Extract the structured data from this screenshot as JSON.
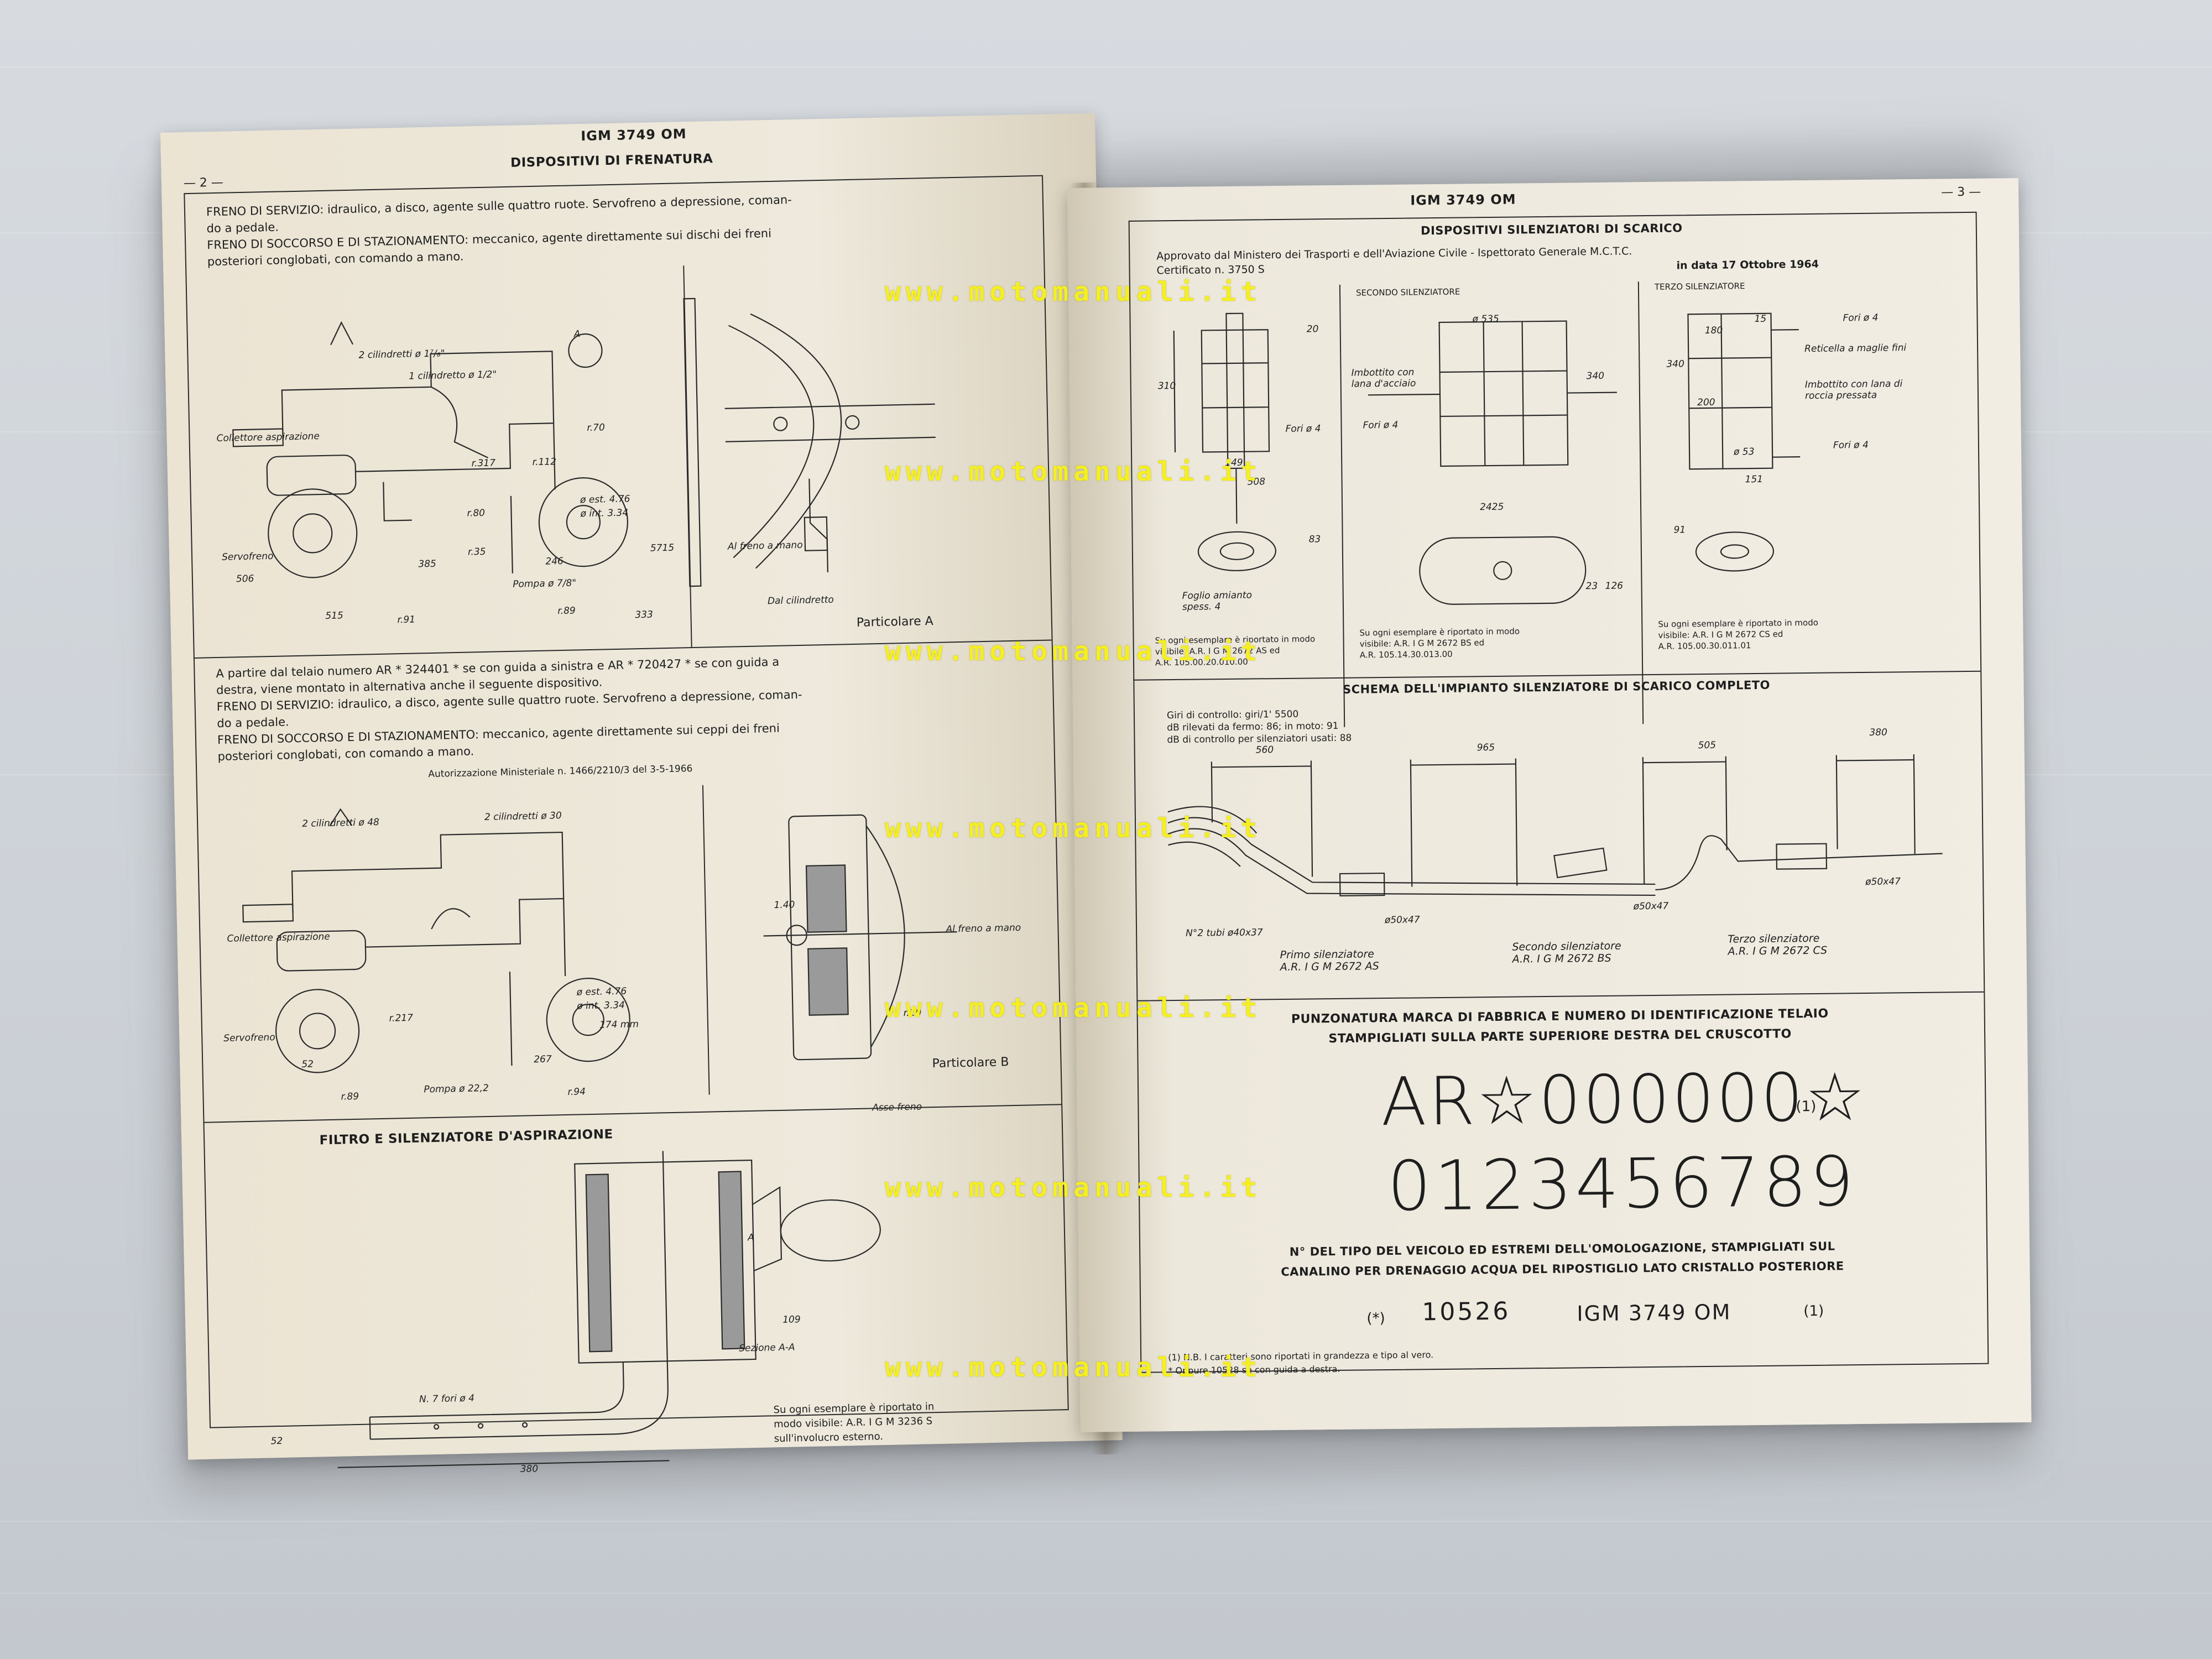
{
  "left_page": {
    "header": "IGM 3749 OM",
    "page_number": "— 2 —",
    "section1_title": "DISPOSITIVI DI FRENATURA",
    "section1_text": [
      "FRENO DI SERVIZIO: idraulico, a disco, agente sulle quattro ruote. Servofreno a depressione, coman-",
      "do a pedale.",
      "FRENO DI SOCCORSO E DI STAZIONAMENTO: meccanico, agente direttamente sui dischi dei freni",
      "posteriori conglobati, con comando a mano."
    ],
    "drawing1_labels": {
      "a": "A",
      "cyl2": "2 cilindretti ø 1⁷/₈\"",
      "cyl1": "1 cilindretto ø 1/2\"",
      "collettore": "Collettore aspirazione",
      "servofreno": "Servofreno",
      "pompa": "Pompa ø 7/8\"",
      "r317": "r.317",
      "r112": "r.112",
      "r80": "r.80",
      "r35": "r.35",
      "r70": "r.70",
      "r91": "r.91",
      "r89": "r.89",
      "dim506": "506",
      "dim385": "385",
      "dim246": "246",
      "dim515": "515",
      "dim333": "333",
      "dim5715": "5715",
      "dia_ext": "ø est. 4.76",
      "dia_int": "ø int. 3.34",
      "al_freno": "Al freno a mano",
      "dal_cil": "Dal cilindretto",
      "particolare_a": "Particolare A"
    },
    "section2_text": [
      "A partire dal telaio numero AR * 324401 * se con guida a sinistra e AR * 720427 * se con guida a",
      "destra, viene montato in alternativa anche il seguente dispositivo.",
      "FRENO DI SERVIZIO: idraulico, a disco, agente sulle quattro ruote. Servofreno a depressione, coman-",
      "do a pedale.",
      "FRENO DI SOCCORSO E DI STAZIONAMENTO: meccanico, agente direttamente sui ceppi dei freni",
      "posteriori conglobati, con comando a mano."
    ],
    "authorization": "Autorizzazione Ministeriale n. 1466/2210/3 del 3-5-1966",
    "drawing2_labels": {
      "cyl2": "2 cilindretti ø 48",
      "cyl3": "2 cilindretti ø 30",
      "collettore": "Collettore aspirazione",
      "servofreno": "Servofreno",
      "pompa": "Pompa ø 22,2",
      "r217": "r.217",
      "r89": "r.89",
      "r94": "r.94",
      "dia_ext": "ø est. 4.76",
      "dia_int": "ø int. 3.34",
      "dim174": "174 mm",
      "dim52": "52",
      "dim267": "267",
      "dim140": "1.40",
      "al_freno": "Al freno a mano",
      "r10": "r.10",
      "particolare_b": "Particolare B",
      "asse": "Asse freno"
    },
    "section3_title": "FILTRO E SILENZIATORE D'ASPIRAZIONE",
    "drawing3_labels": {
      "fori": "N. 7 fori ø 4",
      "sezione": "Sezione A-A",
      "dim380": "380",
      "dim52": "52",
      "dim109": "109",
      "a": "A"
    },
    "section3_note": [
      "Su ogni esemplare è riportato in",
      "modo visibile: A.R. I G M 3236 S",
      "sull'involucro esterno."
    ]
  },
  "right_page": {
    "header": "IGM 3749 OM",
    "page_number": "— 3 —",
    "section1_title": "DISPOSITIVI SILENZIATORI DI SCARICO",
    "approval_text": [
      "Approvato dal Ministero dei Trasporti e dell'Aviazione Civile - Ispettorato Generale M.C.T.C.",
      "Certificato n. 3750 S"
    ],
    "approval_date": "in data 17 Ottobre 1964",
    "col_second": "SECONDO SILENZIATORE",
    "col_third": "TERZO SILENZIATORE",
    "m1_labels": {
      "dim310": "310",
      "dim20": "20",
      "dim149": "149",
      "dim508": "508",
      "dim83": "83",
      "fori": "Fori ø 4",
      "foglio": "Foglio amianto spess. 4"
    },
    "m2_labels": {
      "dim535": "ø 535",
      "dim340": "340",
      "dim2425": "2425",
      "dim23": "23",
      "dim126": "126",
      "imbottito": "Imbottito con lana d'acciaio",
      "fori": "Fori ø 4"
    },
    "m3_labels": {
      "fori1": "Fori ø 4",
      "fori2": "Fori ø 4",
      "reticella": "Reticella a maglie fini",
      "imbottito": "Imbottito con lana di roccia pressata",
      "dim340": "340",
      "dim200": "200",
      "dim180": "180",
      "dim151": "151",
      "dim91": "91",
      "dim53": "ø 53",
      "dim15": "15"
    },
    "m1_note": [
      "Su ogni esemplare è riportato in modo",
      "visibile: A.R. I G M 2672 AS ed",
      "A.R. 105.00.20.010.00"
    ],
    "m2_note": [
      "Su ogni esemplare è riportato in modo",
      "visibile: A.R. I G M 2672 BS ed",
      "A.R. 105.14.30.013.00"
    ],
    "m3_note": [
      "Su ogni esemplare è riportato in modo",
      "visibile: A.R. I G M 2672 CS ed",
      "A.R. 105.00.30.011.01"
    ],
    "section2_title": "SCHEMA DELL'IMPIANTO SILENZIATORE DI SCARICO COMPLETO",
    "rpm_text": [
      "Giri di controllo: giri/1' 5500",
      "dB rilevati da fermo: 86; in moto: 91",
      "dB di controllo per silenziatori usati: 88"
    ],
    "schema_dims": {
      "d560": "560",
      "d965": "965",
      "d505": "505",
      "d380": "380",
      "d5047a": "ø50x47",
      "d5047b": "ø50x47",
      "d5047c": "ø50x47",
      "tubi": "N°2 tubi ø40x37"
    },
    "schema_labels": [
      {
        "name": "Primo silenziatore",
        "code": "A.R. I G M 2672 AS"
      },
      {
        "name": "Secondo silenziatore",
        "code": "A.R. I G M 2672 BS"
      },
      {
        "name": "Terzo silenziatore",
        "code": "A.R. I G M 2672 CS"
      }
    ],
    "section3_title": [
      "PUNZONATURA MARCA DI FABBRICA E NUMERO DI IDENTIFICAZIONE TELAIO",
      "STAMPIGLIATI SULLA PARTE SUPERIORE DESTRA DEL CRUSCOTTO"
    ],
    "stamp_line1": "AR☆000000☆",
    "stamp_ref": "(1)",
    "stamp_line2": "0123456789",
    "section4_title": [
      "N° DEL TIPO DEL VEICOLO ED ESTREMI DELL'OMOLOGAZIONE, STAMPIGLIATI SUL",
      "CANALINO PER DRENAGGIO ACQUA DEL RIPOSTIGLIO LATO CRISTALLO POSTERIORE"
    ],
    "type_star": "(*)",
    "type_number": "10526",
    "type_igm": "IGM 3749 OM",
    "type_ref": "(1)",
    "footnotes": [
      "(1) N.B. I caratteri sono riportati in grandezza e tipo al vero.",
      "* Oppure 10528 se con guida a destra."
    ]
  },
  "watermark": "www.motomanuali.it"
}
